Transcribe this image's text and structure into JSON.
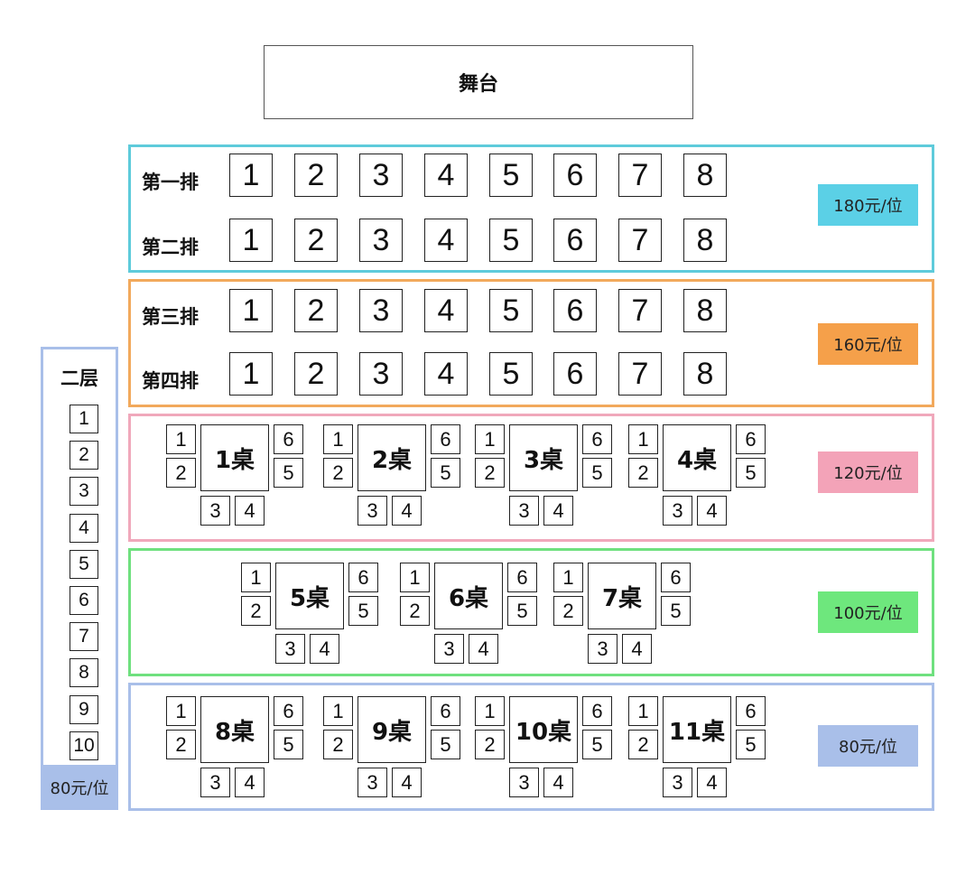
{
  "stage": "舞台",
  "balcony": {
    "title": "二层",
    "seats": [
      "1",
      "2",
      "3",
      "4",
      "5",
      "6",
      "7",
      "8",
      "9",
      "10"
    ],
    "price": "80元/位",
    "color": "#a9bfe9"
  },
  "sections": [
    {
      "id": "rows-a",
      "border_color": "#5ecbdb",
      "price_bg": "#5bd0e6",
      "price": "180元/位",
      "rows": [
        {
          "label": "第一排",
          "seats": [
            "1",
            "2",
            "3",
            "4",
            "5",
            "6",
            "7",
            "8"
          ]
        },
        {
          "label": "第二排",
          "seats": [
            "1",
            "2",
            "3",
            "4",
            "5",
            "6",
            "7",
            "8"
          ]
        }
      ]
    },
    {
      "id": "rows-b",
      "border_color": "#f2a95c",
      "price_bg": "#f5a04a",
      "price": "160元/位",
      "rows": [
        {
          "label": "第三排",
          "seats": [
            "1",
            "2",
            "3",
            "4",
            "5",
            "6",
            "7",
            "8"
          ]
        },
        {
          "label": "第四排",
          "seats": [
            "1",
            "2",
            "3",
            "4",
            "5",
            "6",
            "7",
            "8"
          ]
        }
      ]
    },
    {
      "id": "tables-a",
      "border_color": "#f0a8bb",
      "price_bg": "#f3a3b8",
      "price": "120元/位",
      "tables": [
        {
          "label": "1桌",
          "seats": [
            "1",
            "2",
            "3",
            "4",
            "5",
            "6"
          ]
        },
        {
          "label": "2桌",
          "seats": [
            "1",
            "2",
            "3",
            "4",
            "5",
            "6"
          ]
        },
        {
          "label": "3桌",
          "seats": [
            "1",
            "2",
            "3",
            "4",
            "5",
            "6"
          ]
        },
        {
          "label": "4桌",
          "seats": [
            "1",
            "2",
            "3",
            "4",
            "5",
            "6"
          ]
        }
      ]
    },
    {
      "id": "tables-b",
      "border_color": "#6fe07f",
      "price_bg": "#6ee77d",
      "price": "100元/位",
      "tables": [
        {
          "label": "5桌",
          "seats": [
            "1",
            "2",
            "3",
            "4",
            "5",
            "6"
          ]
        },
        {
          "label": "6桌",
          "seats": [
            "1",
            "2",
            "3",
            "4",
            "5",
            "6"
          ]
        },
        {
          "label": "7桌",
          "seats": [
            "1",
            "2",
            "3",
            "4",
            "5",
            "6"
          ]
        }
      ]
    },
    {
      "id": "tables-c",
      "border_color": "#a9bfe9",
      "price_bg": "#a9bfe9",
      "price": "80元/位",
      "tables": [
        {
          "label": "8桌",
          "seats": [
            "1",
            "2",
            "3",
            "4",
            "5",
            "6"
          ]
        },
        {
          "label": "9桌",
          "seats": [
            "1",
            "2",
            "3",
            "4",
            "5",
            "6"
          ]
        },
        {
          "label": "10桌",
          "seats": [
            "1",
            "2",
            "3",
            "4",
            "5",
            "6"
          ]
        },
        {
          "label": "11桌",
          "seats": [
            "1",
            "2",
            "3",
            "4",
            "5",
            "6"
          ]
        }
      ]
    }
  ]
}
